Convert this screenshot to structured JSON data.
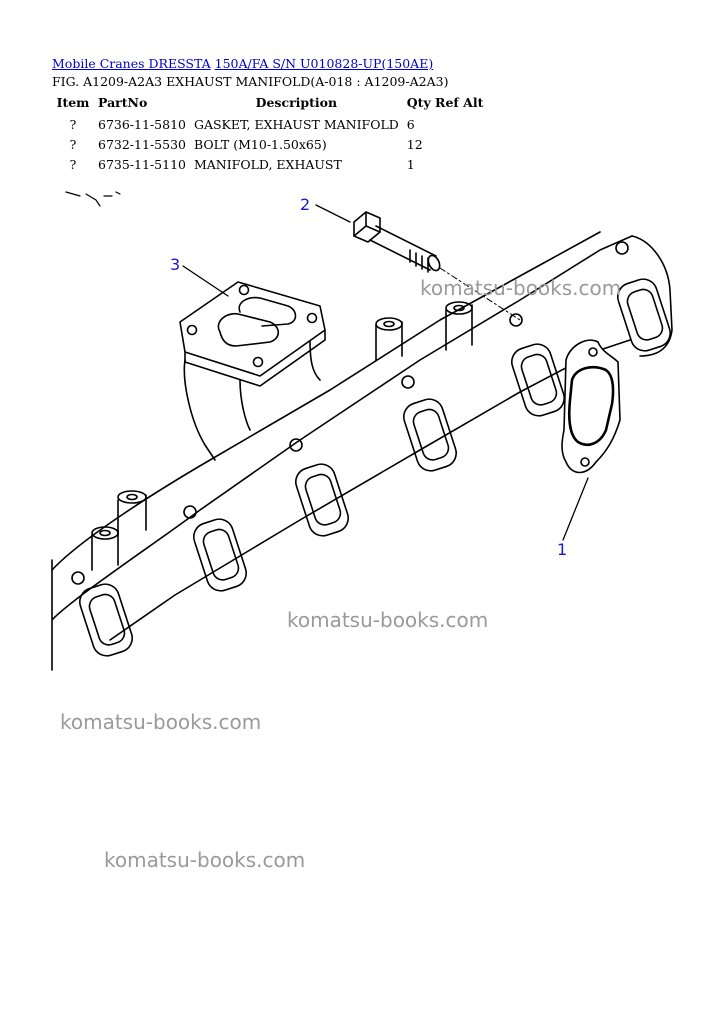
{
  "header": {
    "link1": "Mobile Cranes DRESSTA",
    "link2": "150A/FA S/N U010828-UP(150AE)",
    "figure": "FIG. A1209-A2A3 EXHAUST MANIFOLD(A-018 : A1209-A2A3)"
  },
  "table": {
    "headers": {
      "item": "Item",
      "part": "PartNo",
      "desc": "Description",
      "qty": "Qty Ref Alt"
    },
    "rows": [
      {
        "item": "?",
        "part": "6736-11-5810",
        "desc": "GASKET, EXHAUST MANIFOLD",
        "qty": "6"
      },
      {
        "item": "?",
        "part": "6732-11-5530",
        "desc": "BOLT (M10-1.50x65)",
        "qty": "12"
      },
      {
        "item": "?",
        "part": "6735-11-5110",
        "desc": "MANIFOLD, EXHAUST",
        "qty": "1"
      }
    ]
  },
  "callouts": {
    "c1": "1",
    "c2": "2",
    "c3": "3"
  },
  "watermark": "komatsu-books.com"
}
